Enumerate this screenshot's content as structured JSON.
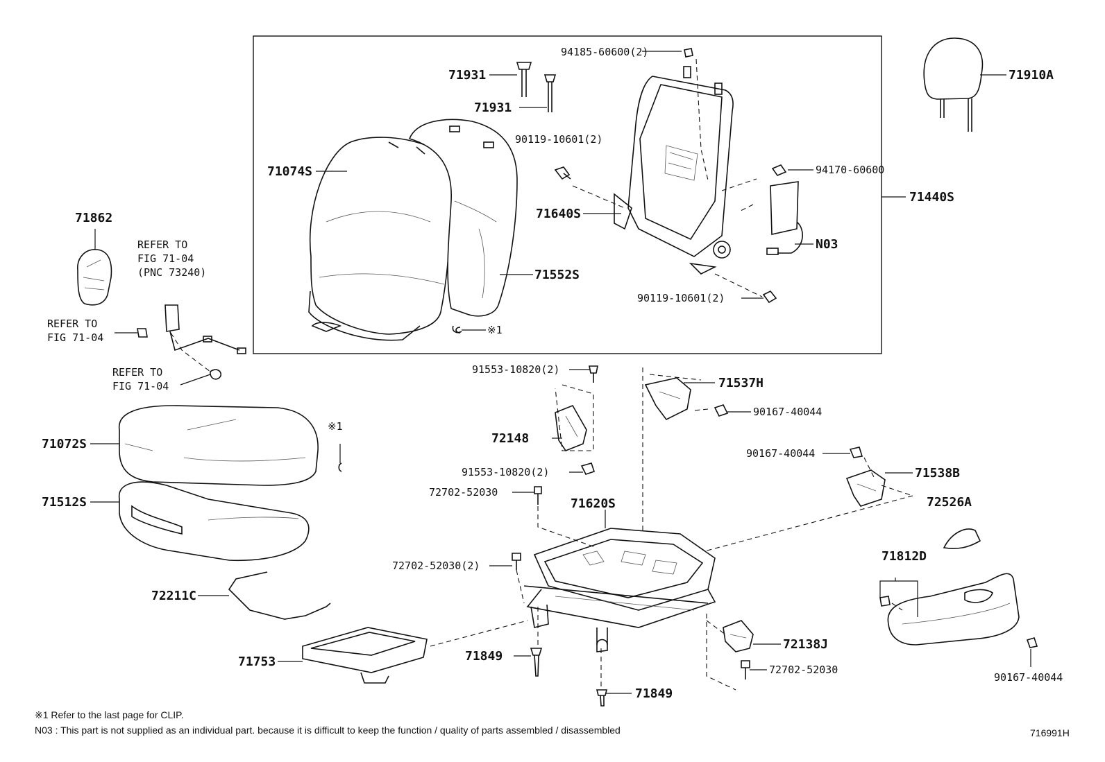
{
  "diagram": {
    "labels": {
      "l94185": "94185-60600(2)",
      "l71931a": "71931",
      "l71931b": "71931",
      "l71910A": "71910A",
      "l90119a": "90119-10601(2)",
      "l71074S": "71074S",
      "l94170": "94170-60600",
      "l71440S": "71440S",
      "l71640S": "71640S",
      "l71862": "71862",
      "lN03": "N03",
      "l71552S": "71552S",
      "l90119b": "90119-10601(2)",
      "lmark1": "※1",
      "lmark2": "※1",
      "l91553a": "91553-10820(2)",
      "l71537H": "71537H",
      "l90167a": "90167-40044",
      "l71072S": "71072S",
      "l72148": "72148",
      "l90167b": "90167-40044",
      "l71538B": "71538B",
      "l91553b": "91553-10820(2)",
      "l72702a": "72702-52030",
      "l71512S": "71512S",
      "l71620S": "71620S",
      "l72526A": "72526A",
      "l71812D": "71812D",
      "l72702b": "72702-52030(2)",
      "l72211C": "72211C",
      "l72138J": "72138J",
      "l71753": "71753",
      "l71849a": "71849",
      "l72702c": "72702-52030",
      "l90167c": "90167-40044",
      "l71849b": "71849"
    },
    "refer": {
      "r1a": "REFER TO",
      "r1b": "FIG 71-04",
      "r1c": "(PNC 73240)",
      "r2a": "REFER TO",
      "r2b": "FIG 71-04",
      "r3a": "REFER TO",
      "r3b": "FIG 71-04"
    },
    "notes": {
      "note1": "※1 Refer to the last page for CLIP.",
      "note2": "N03 : This part is not supplied as an individual part. because it is difficult to keep the function / quality of parts assembled / disassembled"
    },
    "figure_id": "716991H"
  }
}
